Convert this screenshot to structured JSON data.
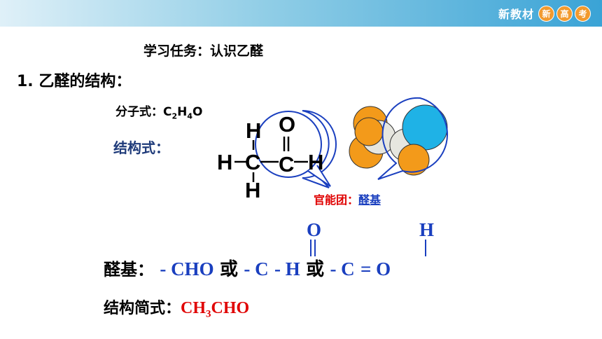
{
  "header": {
    "brand": "新教材",
    "badges": [
      "新",
      "高",
      "考"
    ],
    "accent": "#f29a2e"
  },
  "slide": {
    "title": "学习任务：认识乙醛",
    "section": "1. 乙醛的结构：",
    "molecular_formula": {
      "label": "分子式：",
      "c": "C",
      "c_sub": "2",
      "h": "H",
      "h_sub": "4",
      "o": "O"
    },
    "structural_label": "结构式：",
    "atoms": {
      "h": "H",
      "c": "C",
      "o": "O"
    },
    "functional_group": {
      "prefix": "官能团：",
      "name": "醛基"
    },
    "aldehyde_group": {
      "label": "醛基：",
      "form1": "- CHO",
      "or": "或",
      "form2_c": "- C",
      "form2_h": "- H",
      "form2_o": "O",
      "form3_c": "- C",
      "form3_eq_o": "= O",
      "form3_h": "H"
    },
    "condensed": {
      "label": "结构简式：",
      "part1": "CH",
      "sub": "3",
      "part2": "CHO"
    }
  },
  "colors": {
    "blue": "#1a3fbf",
    "red": "#e00000",
    "orange_atom": "#f39a1a",
    "cyan_atom": "#1fb2e6",
    "gray_atom": "#e6e6df"
  }
}
